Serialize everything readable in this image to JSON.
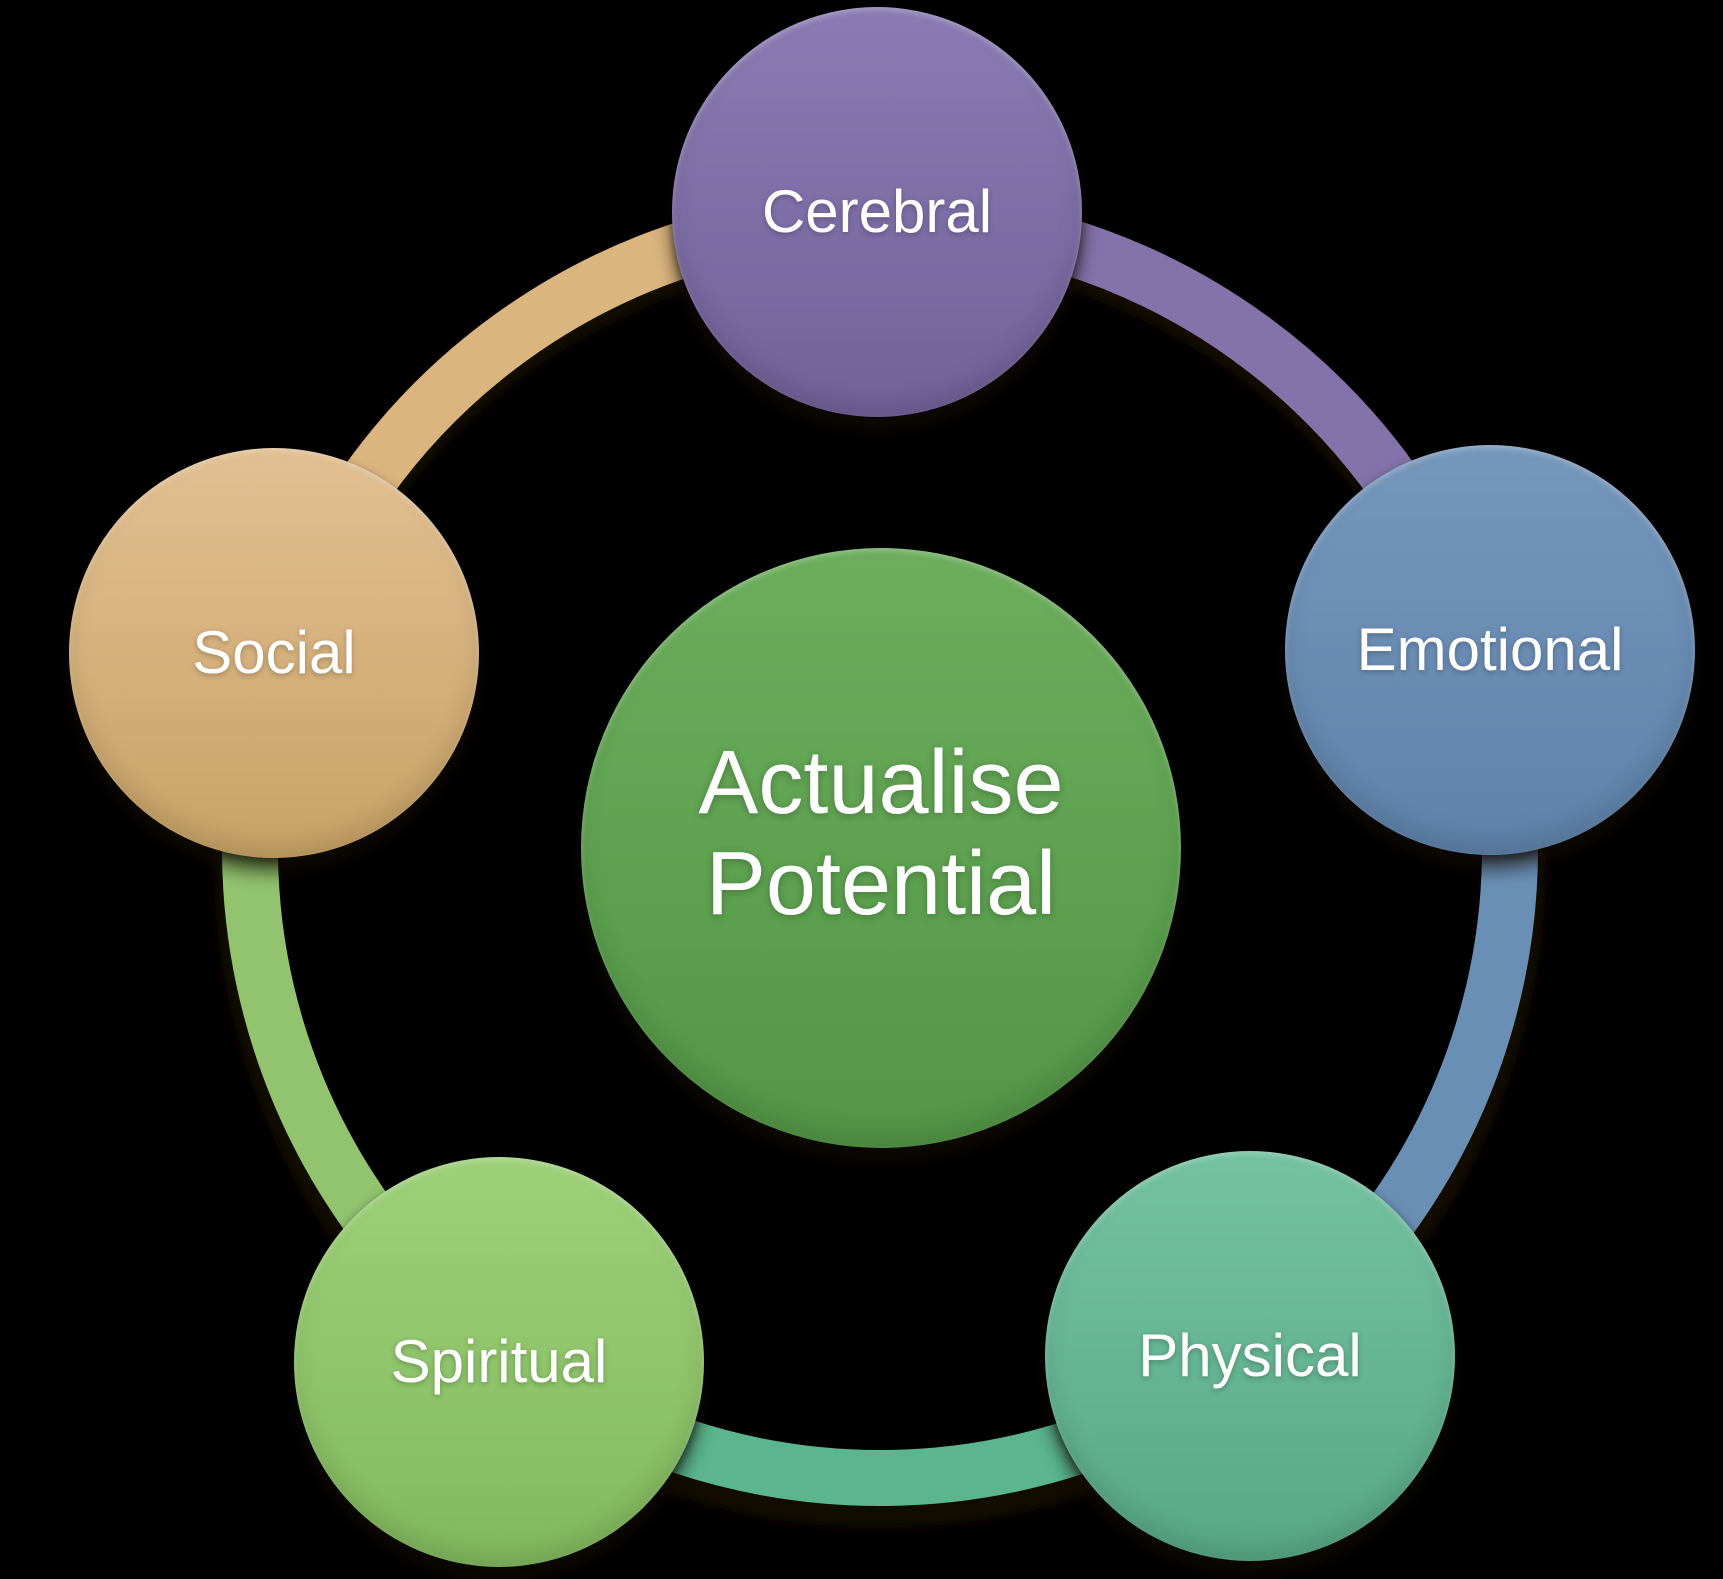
{
  "diagram_type": "cycle",
  "background_color": "#000000",
  "text_color": "#ffffff",
  "center": {
    "label": "Actualise Potential",
    "line1": "Actualise",
    "line2": "Potential",
    "color_top": "#6cae5c",
    "color_bottom": "#529646"
  },
  "nodes": [
    {
      "id": "cerebral",
      "label": "Cerebral",
      "color_top": "#8a7bb4",
      "color_bottom": "#72629a",
      "arc_color": "#8473ab"
    },
    {
      "id": "emotional",
      "label": "Emotional",
      "color_top": "#7697bc",
      "color_bottom": "#5f82ab",
      "arc_color": "#6a8fb5"
    },
    {
      "id": "physical",
      "label": "Physical",
      "color_top": "#74c2a2",
      "color_bottom": "#58a886",
      "arc_color": "#5bb68f"
    },
    {
      "id": "spiritual",
      "label": "Spiritual",
      "color_top": "#9ed179",
      "color_bottom": "#82b95e",
      "arc_color": "#92c470"
    },
    {
      "id": "social",
      "label": "Social",
      "color_top": "#e2c092",
      "color_bottom": "#c8a367",
      "arc_color": "#dab57f"
    }
  ]
}
